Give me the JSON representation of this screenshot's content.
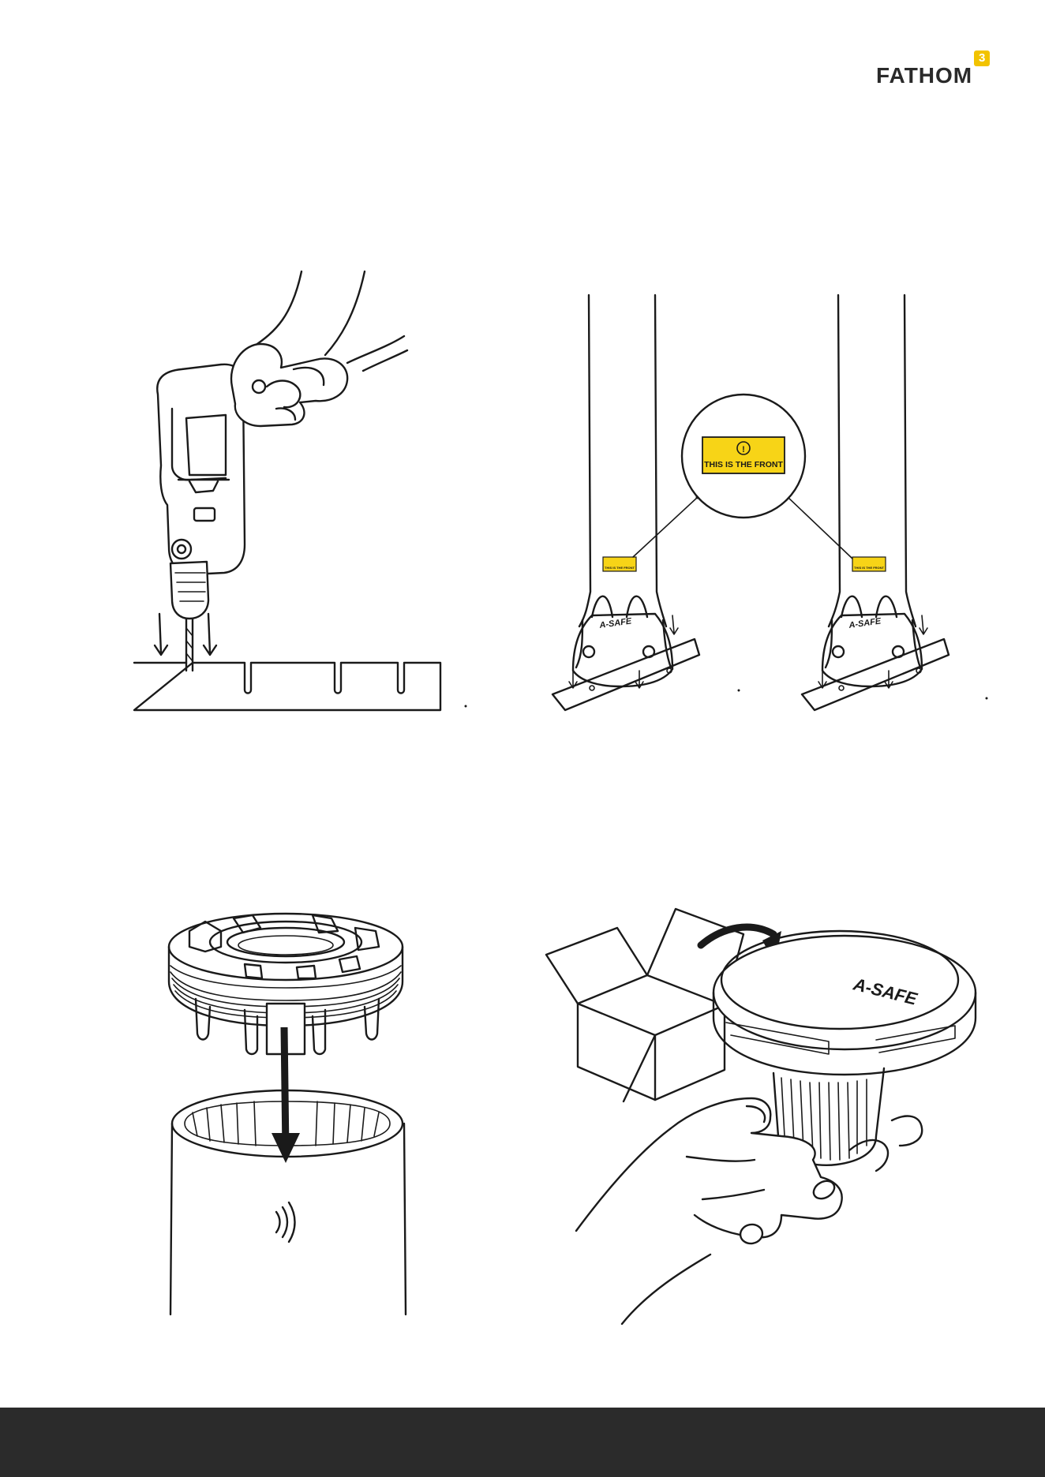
{
  "header": {
    "logo_text": "FATHOM",
    "logo_badge": "3",
    "accent_color": "#f2c300"
  },
  "panels": {
    "label_sticker": {
      "warning_glyph": "!",
      "text": "THIS IS THE FRONT",
      "color": "#f7d417"
    },
    "brand_on_base": "A-SAFE",
    "brand_on_cap": "A-SAFE"
  },
  "illustrations": [
    {
      "name": "drill-holes-illustration",
      "icon": "drill-icon"
    },
    {
      "name": "front-label-illustration",
      "icon": "post-icon"
    },
    {
      "name": "insert-sleeve-illustration",
      "icon": "sleeve-icon"
    },
    {
      "name": "fit-cap-illustration",
      "icon": "cap-icon"
    }
  ],
  "footer": {
    "color": "#2b2b2b"
  }
}
